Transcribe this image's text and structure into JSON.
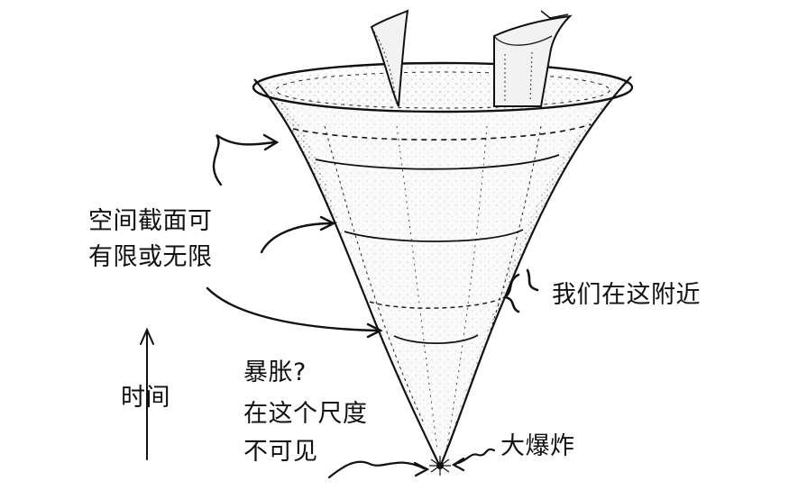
{
  "labels": {
    "spatial_section_line1": "空间截面可",
    "spatial_section_line2": "有限或无限",
    "we_are_here": "我们在这附近",
    "time": "时间",
    "inflation_line1": "暴胀?",
    "inflation_line2": "在这个尺度",
    "inflation_line3": "不可见",
    "big_bang": "大爆炸"
  }
}
